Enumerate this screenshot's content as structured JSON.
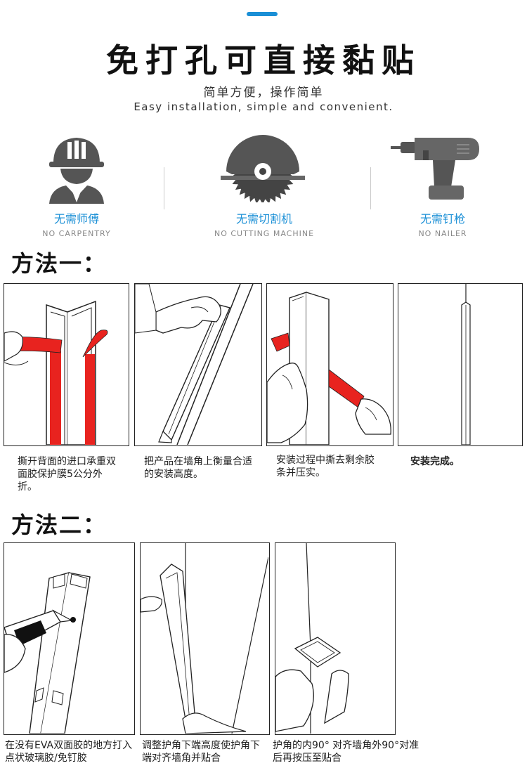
{
  "header": {
    "title": "免打孔可直接黏贴",
    "subtitle_cn": "简单方便，操作简单",
    "subtitle_en": "Easy installation, simple and convenient."
  },
  "features": [
    {
      "icon": "worker-icon",
      "label_cn": "无需师傅",
      "label_en": "NO CARPENTRY"
    },
    {
      "icon": "saw-blade-icon",
      "label_cn": "无需切割机",
      "label_en": "NO CUTTING MACHINE"
    },
    {
      "icon": "drill-icon",
      "label_cn": "无需钉枪",
      "label_en": "NO NAILER"
    }
  ],
  "method1": {
    "title": "方法一：",
    "steps": [
      {
        "caption": "撕开背面的进口承重双面胶保护膜5公分外折。"
      },
      {
        "caption": "把产品在墙角上衡量合适的安装高度。"
      },
      {
        "caption": "安装过程中撕去剩余胶条并压实。"
      },
      {
        "caption": "安装完成。"
      }
    ]
  },
  "method2": {
    "title": "方法二：",
    "steps": [
      {
        "caption": "在没有EVA双面胶的地方打入点状玻璃胶/免钉胶"
      },
      {
        "caption": "调整护角下端高度使护角下端对齐墙角并贴合"
      },
      {
        "caption": "护角的内90° 对齐墙角外90°对准后再按压至贴合"
      }
    ]
  },
  "colors": {
    "accent": "#1a8fd6",
    "tape_red": "#e8231f",
    "icon_gray": "#555555"
  }
}
